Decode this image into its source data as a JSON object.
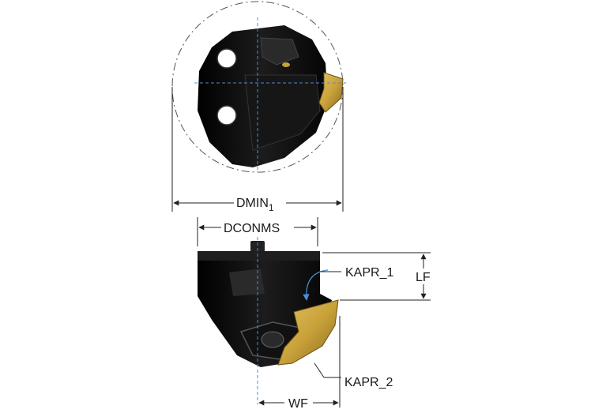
{
  "diagram": {
    "labels": {
      "dmin": "DMIN",
      "dmin_subscript": "1",
      "dconms": "DCONMS",
      "kapr_1": "KAPR_1",
      "lf": "LF",
      "kapr_2": "KAPR_2",
      "wf": "WF"
    },
    "colors": {
      "tool_body": "#0d0d0d",
      "insert_gold": "#c9a23a",
      "center_line": "#4a8fd0",
      "dimension_line": "#222222",
      "dashdot_circle": "#555555"
    }
  }
}
